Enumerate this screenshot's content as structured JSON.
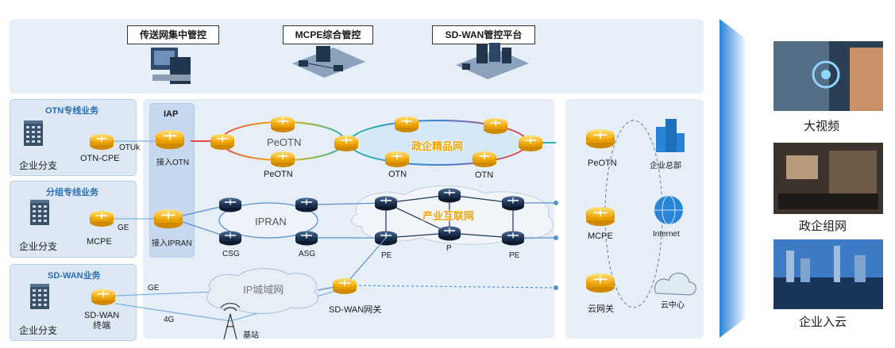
{
  "management": {
    "otn_center": "传送网集中管控",
    "mcpe_center": "MCPE综合管控",
    "sdwan_platform": "SD-WAN管控平台"
  },
  "services": {
    "otn": {
      "title": "OTN专线业务",
      "branch": "企业分支",
      "device": "OTN-CPE",
      "link": "OTUk"
    },
    "packet": {
      "title": "分组专线业务",
      "branch": "企业分支",
      "device": "MCPE",
      "link": "GE"
    },
    "sdwan": {
      "title": "SD-WAN业务",
      "branch": "企业分支",
      "device": "SD-WAN\n终端",
      "link_ge": "GE",
      "link_4g": "4G",
      "base_station": "基站"
    }
  },
  "access": {
    "iap": "IAP",
    "otn": "接入OTN",
    "ipran": "接入IPRAN"
  },
  "core": {
    "peotn_ring": "PeOTN",
    "peotn": "PeOTN",
    "gov_net": "政企精品网",
    "otn1": "OTN",
    "otn2": "OTN",
    "ipran": "IPRAN",
    "csg": "CSG",
    "asg": "ASG",
    "industry_net": "产业互联网",
    "pe1": "PE",
    "p": "P",
    "pe2": "PE",
    "ip_metro": "IP城域网",
    "sdwan_gw": "SD-WAN网关"
  },
  "right_panel": {
    "peotn": "PeOTN",
    "hq": "企业总部",
    "mcpe": "MCPE",
    "internet": "Internet",
    "cloud_gw": "云网关",
    "cloud_center": "云中心"
  },
  "scenarios": {
    "video": "大视频",
    "gov_network": "政企组网",
    "cloud": "企业入云"
  },
  "colors": {
    "panel": "#e6eef8",
    "router_orange": "#f6b800",
    "router_navy": "#1c3557",
    "accent_blue": "#2a6db3",
    "ring_teal": "#28b4a8",
    "ring_red": "#e94b4b"
  }
}
